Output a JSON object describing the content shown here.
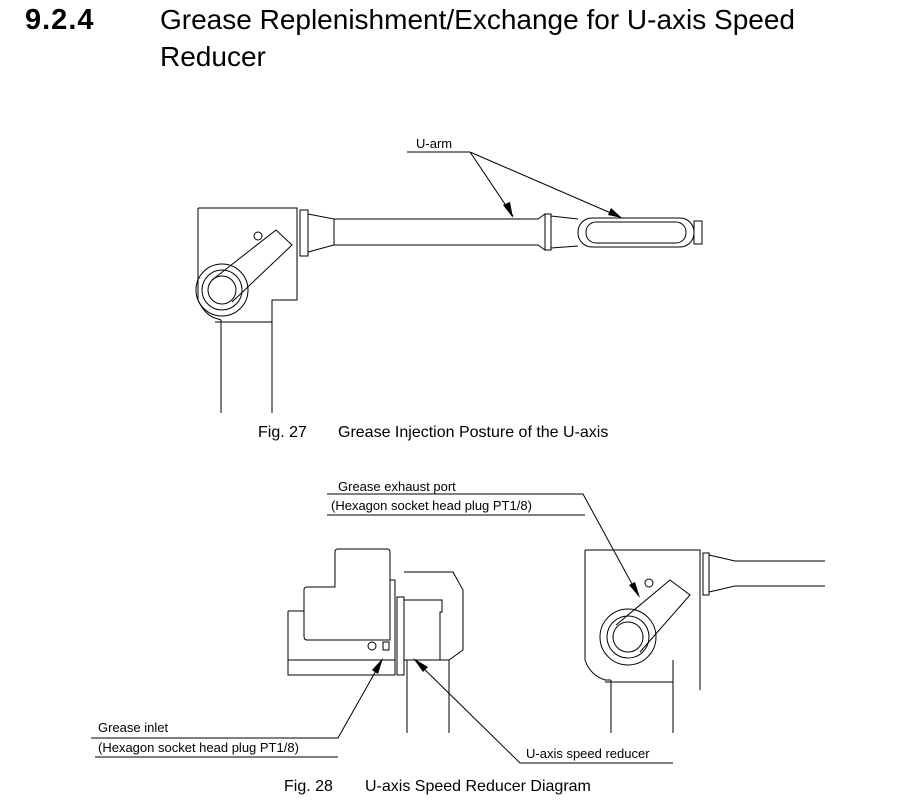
{
  "section": {
    "number": "9.2.4",
    "title_line1": "Grease Replenishment/Exchange for U-axis Speed",
    "title_line2": "Reducer"
  },
  "figure27": {
    "caption_number": "Fig. 27",
    "caption_text": "Grease Injection Posture of the U-axis",
    "label_u_arm": "U-arm"
  },
  "figure28": {
    "caption_number": "Fig. 28",
    "caption_text": "U-axis Speed Reducer Diagram",
    "exhaust_label": "Grease exhaust port",
    "exhaust_sub": "(Hexagon socket head plug PT1/8)",
    "inlet_label": "Grease inlet",
    "inlet_sub": "(Hexagon socket head plug PT1/8)",
    "reducer_label": "U-axis speed reducer"
  }
}
